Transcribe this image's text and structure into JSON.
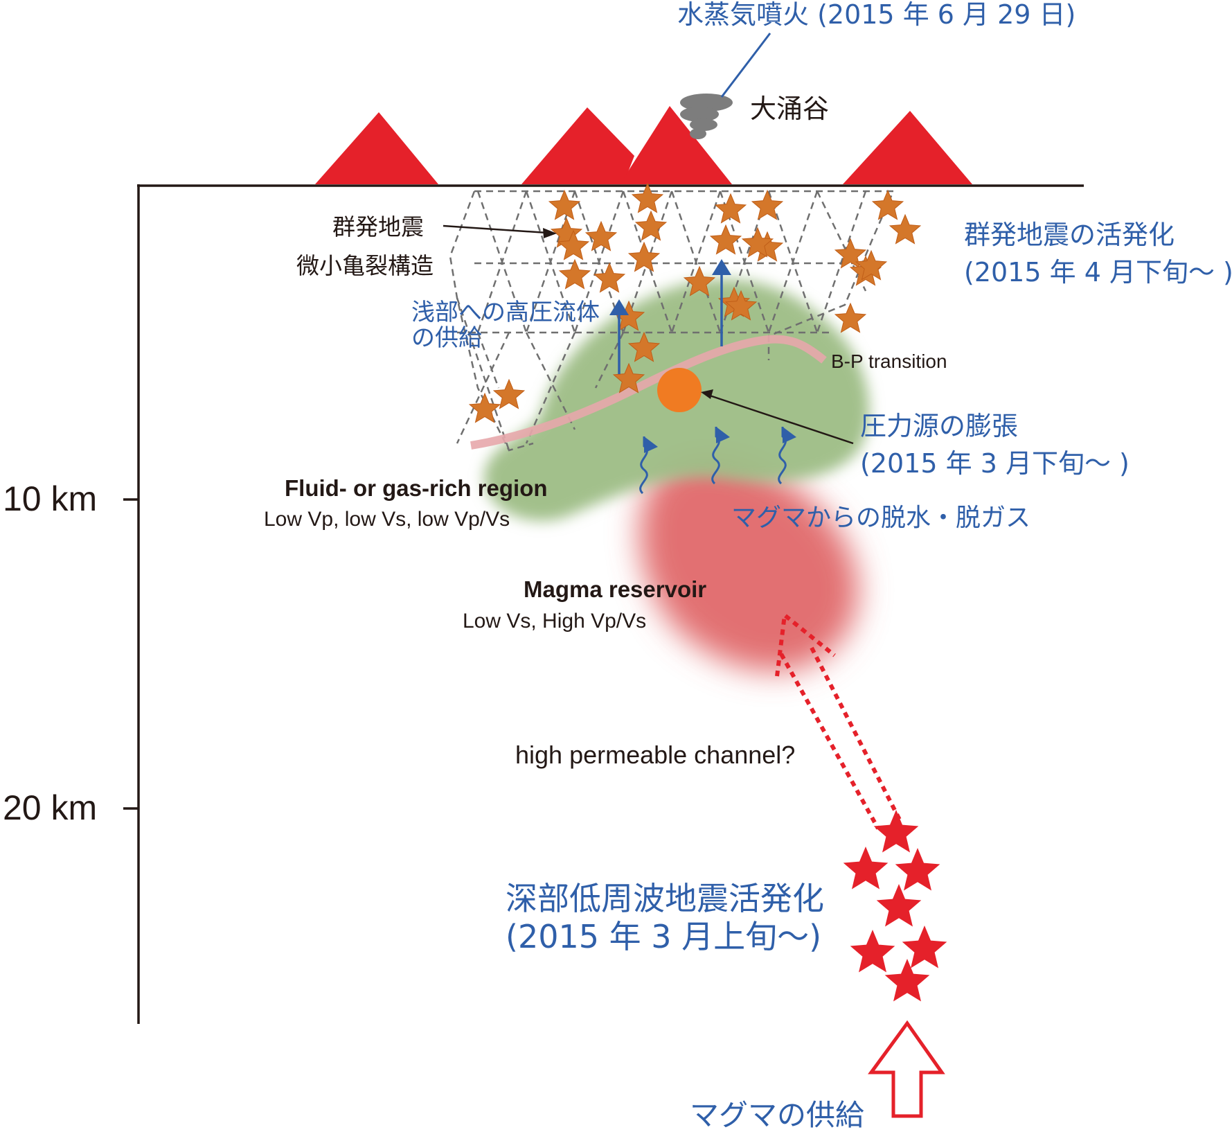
{
  "axis": {
    "ticks": [
      {
        "label": "10 km"
      },
      {
        "label": "20 km"
      }
    ]
  },
  "labels": {
    "eruption": "水蒸気噴火 (2015 年 6 月 29 日)",
    "owakudani": "大涌谷",
    "swarm": "群発地震",
    "microcrack": "微小亀裂構造",
    "swarm_activation_line1": "群発地震の活発化",
    "swarm_activation_line2": "(2015 年 4 月下旬〜 )",
    "fluid_supply_line1": "浅部への高圧流体",
    "fluid_supply_line2": "の供給",
    "bp_transition": "B-P transition",
    "pressure_source_line1": "圧力源の膨張",
    "pressure_source_line2": "(2015 年 3 月下旬〜 )",
    "fluid_region_title": "Fluid- or gas-rich region",
    "fluid_region_props": "Low Vp, low Vs, low Vp/Vs",
    "dehydration": "マグマからの脱水・脱ガス",
    "magma_title": "Magma reservoir",
    "magma_props": "Low Vs, High Vp/Vs",
    "channel": "high permeable channel?",
    "deep_lf_line1": "深部低周波地震活発化",
    "deep_lf_line2": "(2015 年 3 月上旬〜)",
    "magma_supply": "マグマの供給"
  },
  "colors": {
    "volcano": "#e5212a",
    "star_shallow": "#d4772a",
    "star_deep": "#e5212a",
    "fluid_region": "#9dbd85",
    "magma": "#e0686a",
    "label_blue": "#2f5fa9",
    "pressure_source": "#f07b22",
    "bp_line": "#e7a7ab"
  }
}
